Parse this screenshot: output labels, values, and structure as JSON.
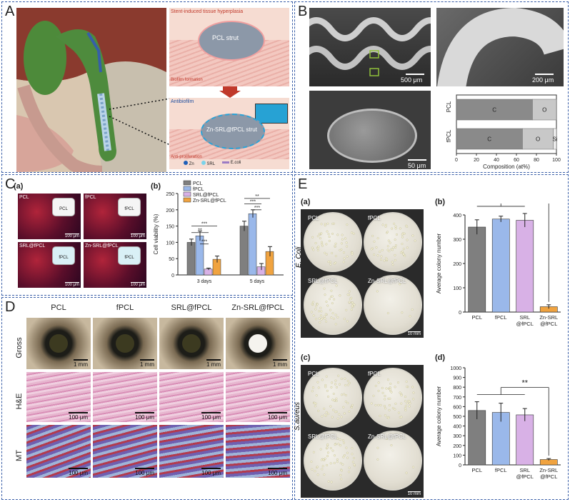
{
  "panels": {
    "A": {
      "label": "A",
      "hyperplasia": "Stent-induced tissue hyperplasia",
      "pcl_strut": "PCL strut",
      "biofilm": "Biofilm formation",
      "antibiofilm": "Antibiofilm",
      "zn_strut": "Zn-SRL@fPCL strut",
      "antiprolif": "Anti-proliferation",
      "legend": [
        "Zn",
        "SRL",
        "E.coli"
      ]
    },
    "B": {
      "label": "B",
      "scale1": "500 μm",
      "scale2": "200 μm",
      "scale3": "50 μm"
    },
    "C": {
      "label": "C",
      "sub_a": "(a)",
      "sub_b": "(b)",
      "images": [
        "PCL",
        "fPCL",
        "SRL@fPCL",
        "Zn-SRL@fPCL"
      ],
      "inset_labels": [
        "PCL",
        "fPCL",
        "fPCL",
        "fPCL"
      ],
      "scales": [
        "100 μm",
        "100 μm",
        "100 μm",
        "100 μm"
      ]
    },
    "D": {
      "label": "D",
      "columns": [
        "PCL",
        "fPCL",
        "SRL@fPCL",
        "Zn-SRL@fPCL"
      ],
      "rows": [
        "Gross",
        "H&E",
        "MT"
      ],
      "scale_gross": [
        "1 mm",
        "1 mm",
        "1 mm",
        "1 mm"
      ],
      "scale_he": [
        "100 μm",
        "100 μm",
        "100 μm",
        "100 μm"
      ],
      "scale_mt": [
        "100 μm",
        "100 μm",
        "100 μm",
        "100 μm"
      ]
    },
    "E": {
      "label": "E",
      "sub_a": "(a)",
      "sub_b": "(b)",
      "sub_c": "(c)",
      "sub_d": "(d)",
      "ecoli": "E. Coli",
      "saureus": "S.aureus",
      "dish_labels": [
        "PCL",
        "fPCL",
        "SRL@fPCL",
        "Zn-SRL@fPCL"
      ],
      "dish_scale": "10 mm"
    }
  },
  "colors": {
    "border": "#3a5fa8",
    "pcl": "#7f7f7f",
    "fpcl": "#9ab8ea",
    "srl": "#d8b1e6",
    "zn": "#f0a340"
  },
  "chart_data": [
    {
      "id": "composition",
      "type": "bar",
      "orientation": "horizontal-stacked",
      "categories": [
        "PCL",
        "fPCL"
      ],
      "series": [
        {
          "name": "C",
          "values": [
            76,
            66
          ]
        },
        {
          "name": "O",
          "values": [
            24,
            31
          ]
        },
        {
          "name": "Si",
          "values": [
            0,
            3
          ]
        }
      ],
      "segment_labels": [
        [
          "C",
          "O",
          ""
        ],
        [
          "C",
          "O",
          "Si"
        ]
      ],
      "xlabel": "Composition (at%)",
      "xticks": [
        "0",
        "20",
        "40",
        "60",
        "80",
        "100"
      ],
      "xlim": [
        0,
        100
      ]
    },
    {
      "id": "cell-viability",
      "type": "bar",
      "categories": [
        "3 days",
        "5 days"
      ],
      "series": [
        {
          "name": "PCL",
          "values": [
            100,
            150
          ],
          "errors": [
            10,
            15
          ]
        },
        {
          "name": "fPCL",
          "values": [
            120,
            188
          ],
          "errors": [
            15,
            12
          ]
        },
        {
          "name": "SRL@fPCL",
          "values": [
            18,
            25
          ],
          "errors": [
            3,
            10
          ]
        },
        {
          "name": "Zn-SRL@fPCL",
          "values": [
            48,
            72
          ],
          "errors": [
            10,
            15
          ]
        }
      ],
      "ylabel": "Cell viability (%)",
      "yticks": [
        "0",
        "50",
        "100",
        "150",
        "200",
        "250"
      ],
      "ylim": [
        0,
        250
      ],
      "significance": [
        "***",
        "**",
        "***",
        "**",
        "***",
        "***"
      ]
    },
    {
      "id": "ecoli-colony",
      "type": "bar",
      "categories": [
        "PCL",
        "fPCL",
        "SRL @fPCL",
        "Zn-SRL @fPCL"
      ],
      "values": [
        350,
        383,
        378,
        22
      ],
      "errors": [
        30,
        12,
        28,
        8
      ],
      "ylabel": "Average colony number",
      "yticks": [
        "0",
        "100",
        "200",
        "300",
        "400"
      ],
      "ylim": [
        0,
        400
      ],
      "significance": "***"
    },
    {
      "id": "saureus-colony",
      "type": "bar",
      "categories": [
        "PCL",
        "fPCL",
        "SRL @fPCL",
        "Zn-SRL @fPCL"
      ],
      "values": [
        560,
        540,
        515,
        55
      ],
      "errors": [
        90,
        95,
        65,
        10
      ],
      "ylabel": "Average colony number",
      "yticks": [
        "0",
        "100",
        "200",
        "300",
        "400",
        "500",
        "600",
        "700",
        "800",
        "900",
        "1000"
      ],
      "ylim": [
        0,
        1000
      ],
      "significance": "**"
    }
  ]
}
